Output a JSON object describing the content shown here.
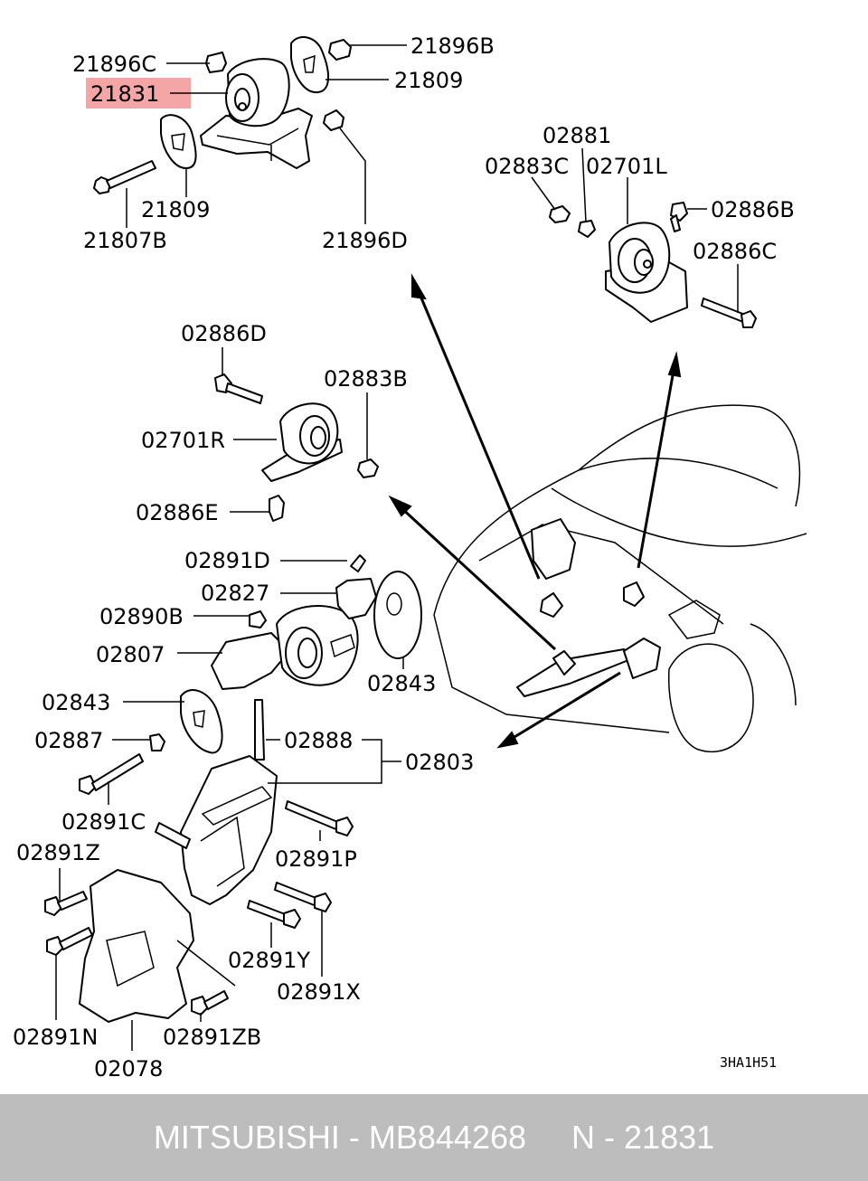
{
  "highlight_color": "#f4a6a6",
  "labels": {
    "p21896C": "21896C",
    "p21831": "21831",
    "p21896B": "21896B",
    "p21809a": "21809",
    "p21809b": "21809",
    "p21807B": "21807B",
    "p21896D": "21896D",
    "p02881": "02881",
    "p02883C": "02883C",
    "p02701L": "02701L",
    "p02886B": "02886B",
    "p02886C": "02886C",
    "p02886D": "02886D",
    "p02883B": "02883B",
    "p02701R": "02701R",
    "p02886E": "02886E",
    "p02891D": "02891D",
    "p02827": "02827",
    "p02890B": "02890B",
    "p02807": "02807",
    "p02843a": "02843",
    "p02843b": "02843",
    "p02887": "02887",
    "p02888": "02888",
    "p02803": "02803",
    "p02891C": "02891C",
    "p02891P": "02891P",
    "p02891Z": "02891Z",
    "p02891Y": "02891Y",
    "p02891X": "02891X",
    "p02891N": "02891N",
    "p02891ZB": "02891ZB",
    "p02078": "02078"
  },
  "figure_code": "3HA1H51",
  "footer": {
    "brand": "MITSUBISHI",
    "separator1": " - ",
    "part_number": "MB844268",
    "gap": "     ",
    "ref_prefix": "N - ",
    "ref_number": "21831"
  }
}
